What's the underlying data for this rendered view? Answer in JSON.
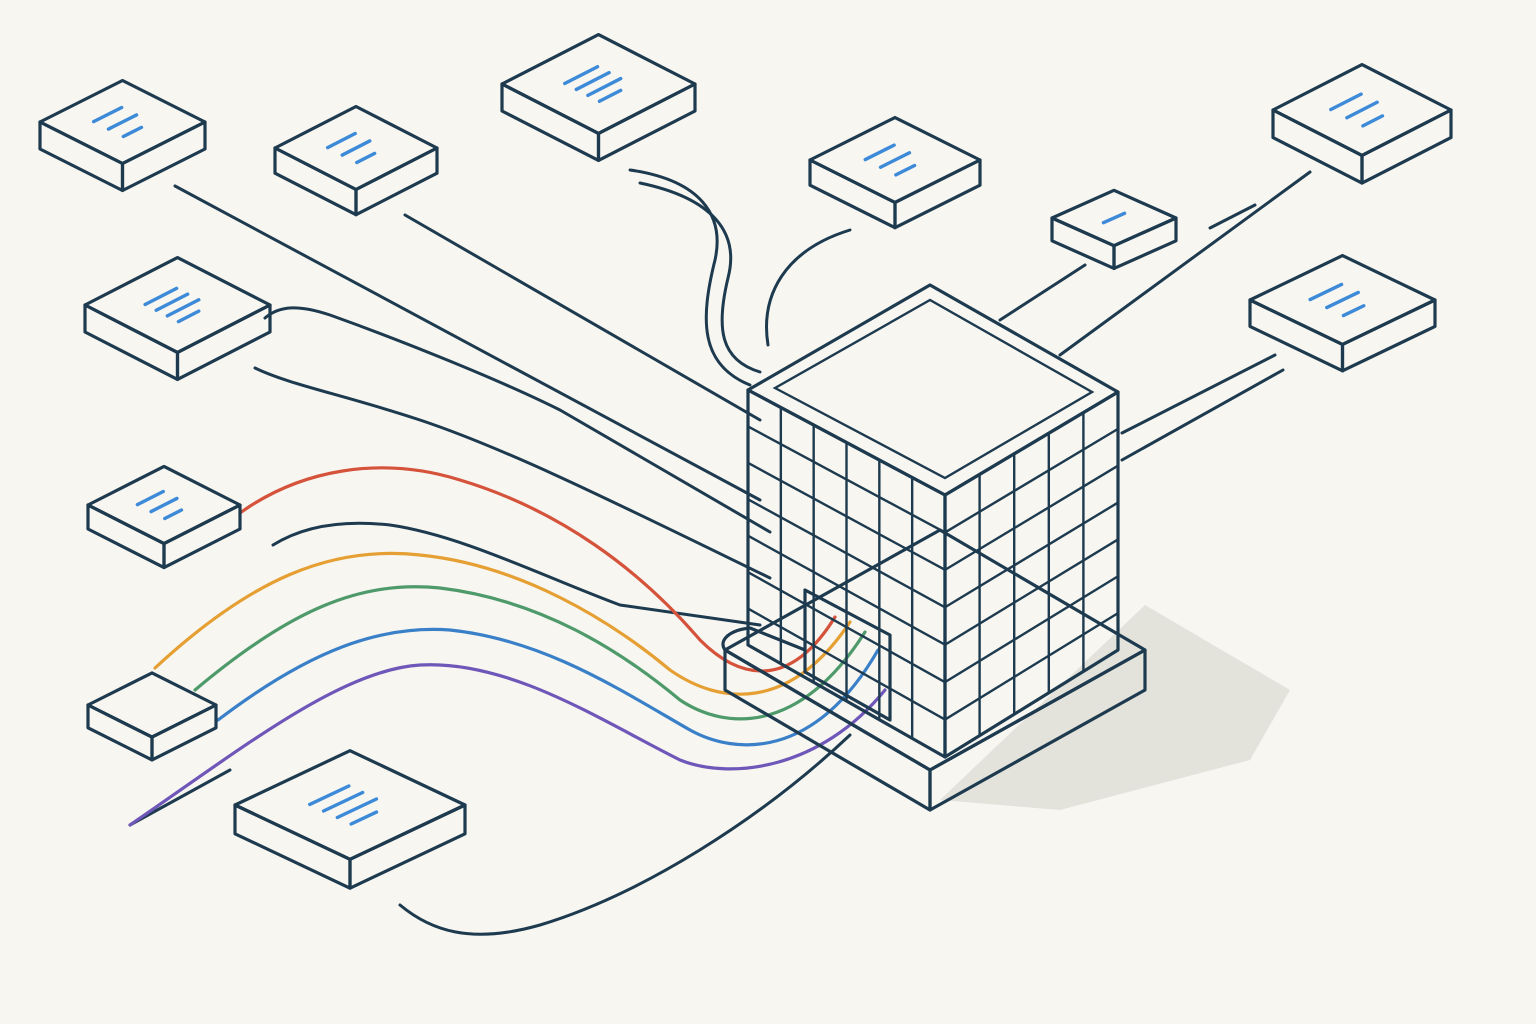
{
  "palette": {
    "background": "#f7f6f1",
    "outline": "#1d3a4f",
    "box_top": "#ffffff",
    "box_left_face": "#f2f4f5",
    "box_right_face": "#dfe4e8",
    "document_lines": "#3d8ad8",
    "building_front": "#e8edf1",
    "building_side": "#c6d1dc",
    "shadow": "#e3e3dc"
  },
  "hub": {
    "icon": "office-building-icon",
    "stream_colors": [
      "#d5523b",
      "#e59f33",
      "#4e9a6a",
      "#3a80c8",
      "#6f57b9"
    ]
  },
  "nodes": [
    {
      "icon": "document-icon",
      "text_lines": 3
    },
    {
      "icon": "document-icon",
      "text_lines": 3
    },
    {
      "icon": "document-icon",
      "text_lines": 4
    },
    {
      "icon": "document-icon",
      "text_lines": 3
    },
    {
      "icon": "document-icon",
      "text_lines": 1
    },
    {
      "icon": "document-icon",
      "text_lines": 3
    },
    {
      "icon": "document-icon",
      "text_lines": 4
    },
    {
      "icon": "document-icon",
      "text_lines": 3
    },
    {
      "icon": "document-icon",
      "text_lines": 3
    },
    {
      "icon": "document-icon",
      "text_lines": 0
    },
    {
      "icon": "document-icon",
      "text_lines": 4
    }
  ]
}
